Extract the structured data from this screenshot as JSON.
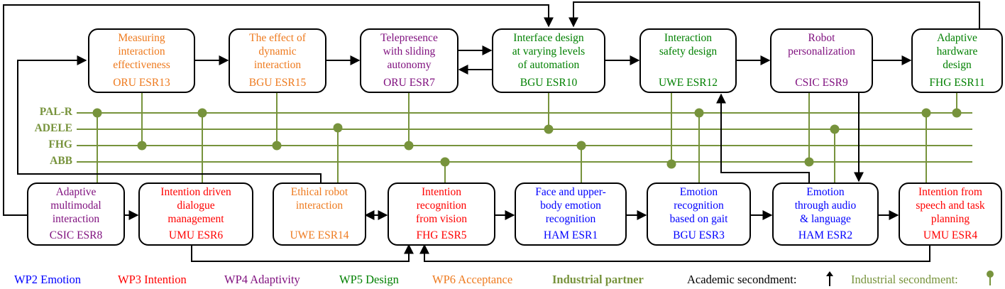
{
  "boxes": {
    "esr13": {
      "title": "Measuring\ninteraction\neffectiveness",
      "esr": "ORU ESR13",
      "color": "#ee7a1e"
    },
    "esr15": {
      "title": "The effect of\ndynamic\ninteraction",
      "esr": "BGU ESR15",
      "color": "#ee7a1e"
    },
    "esr7": {
      "title": "Telepresence\nwith sliding\nautonomy",
      "esr": "ORU ESR7",
      "color": "#7f0f7e"
    },
    "esr10": {
      "title": "Interface design\nat varying levels\nof automation",
      "esr": "BGU ESR10",
      "color": "#008000"
    },
    "esr12": {
      "title": "Interaction\nsafety design",
      "esr": "UWE ESR12",
      "color": "#008000"
    },
    "esr9": {
      "title": "Robot\npersonalization",
      "esr": "CSIC ESR9",
      "color": "#7f0f7e"
    },
    "esr11": {
      "title": "Adaptive\nhardware\ndesign",
      "esr": "FHG ESR11",
      "color": "#008000"
    },
    "esr8": {
      "title": "Adaptive\nmultimodal\ninteraction",
      "esr": "CSIC ESR8",
      "color": "#7f0f7e"
    },
    "esr6": {
      "title": "Intention driven\ndialogue\nmanagement",
      "esr": "UMU ESR6",
      "color": "#ff0000"
    },
    "esr14": {
      "title": "Ethical robot\ninteraction",
      "esr": "UWE ESR14",
      "color": "#ee7a1e"
    },
    "esr5": {
      "title": "Intention\nrecognition\nfrom vision",
      "esr": "FHG ESR5",
      "color": "#ff0000"
    },
    "esr1": {
      "title": "Face and upper-\nbody emotion\nrecognition",
      "esr": "HAM ESR1",
      "color": "#0000ff"
    },
    "esr3": {
      "title": "Emotion\nrecognition\nbased on gait",
      "esr": "BGU ESR3",
      "color": "#0000ff"
    },
    "esr2": {
      "title": "Emotion\nthrough audio\n& language",
      "esr": "HAM ESR2",
      "color": "#0000ff"
    },
    "esr4": {
      "title": "Intention from\nspeech and task\nplanning",
      "esr": "UMU ESR4",
      "color": "#ff0000"
    }
  },
  "partners": [
    "PAL-R",
    "ADELE",
    "FHG",
    "ABB"
  ],
  "legend": {
    "wp2": "WP2 Emotion",
    "wp3": "WP3 Intention",
    "wp4": "WP4 Adaptivity",
    "wp5": "WP5 Design",
    "wp6": "WP6 Acceptance",
    "industrial_partner": "Industrial partner",
    "academic_secondment": "Academic secondment:",
    "industrial_secondment": "Industrial secondment:"
  },
  "colors": {
    "emotion": "#0000ff",
    "intention": "#ff0000",
    "adaptivity": "#7f0f7e",
    "design": "#008000",
    "acceptance": "#ee7a1e",
    "industrial": "#77933c",
    "academic": "#000000"
  }
}
